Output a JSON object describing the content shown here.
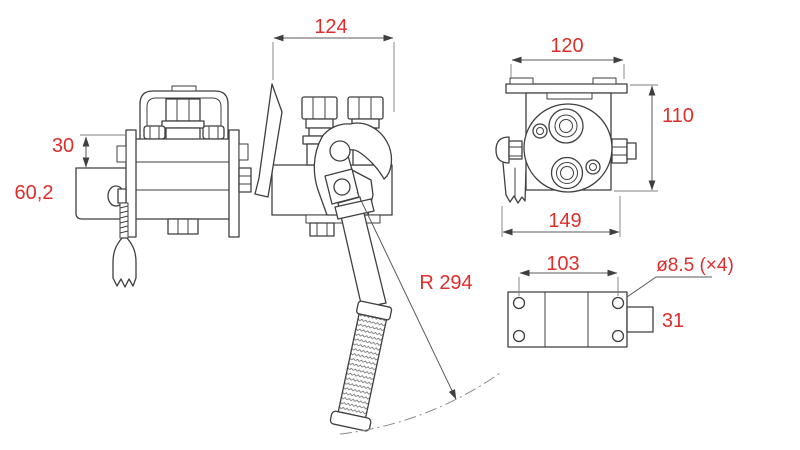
{
  "title": "Technical drawing - quick coupler valve block with cam lever",
  "colors": {
    "dimension_text": "#dd2e2c",
    "object_line": "#3f3f3f",
    "dimension_line": "#5a5a5a",
    "background": "#ffffff"
  },
  "dimensions": {
    "side_offset": "30",
    "side_height": "60,2",
    "front_width": "124",
    "lever_radius": "R 294",
    "rear_width": "120",
    "rear_height": "110",
    "rear_total_width": "149",
    "bottom_hole_spacing": "103",
    "bottom_hole_diameter": "ø8.5 (×4)",
    "bottom_tab_height": "31"
  }
}
